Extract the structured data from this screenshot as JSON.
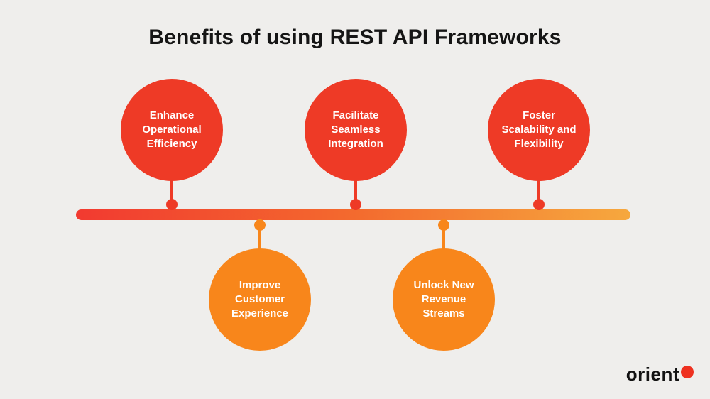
{
  "title": "Benefits of using REST API Frameworks",
  "benefits": [
    {
      "id": "enhance-operational-efficiency",
      "label": "Enhance Operational Efficiency",
      "row": "top",
      "color": "#EE3A26"
    },
    {
      "id": "improve-customer-experience",
      "label": "Improve Customer Experience",
      "row": "bottom",
      "color": "#F8861B"
    },
    {
      "id": "facilitate-seamless-integration",
      "label": "Facilitate Seamless Integration",
      "row": "top",
      "color": "#EE3A26"
    },
    {
      "id": "unlock-new-revenue-streams",
      "label": "Unlock New Revenue Streams",
      "row": "bottom",
      "color": "#F8861B"
    },
    {
      "id": "foster-scalability-and-flexibility",
      "label": "Foster Scalability and Flexibility",
      "row": "top",
      "color": "#EE3A26"
    }
  ],
  "timeline": {
    "gradient_start": "#F23A30",
    "gradient_mid": "#F36A2E",
    "gradient_end": "#F6A83E"
  },
  "colors": {
    "background": "#EFEEEC",
    "red": "#EE3A26",
    "orange": "#F8861B",
    "title_text": "#151515",
    "circle_text": "#FFFFFF"
  },
  "logo": {
    "text": "orient",
    "dot_color": "#EE3120"
  }
}
